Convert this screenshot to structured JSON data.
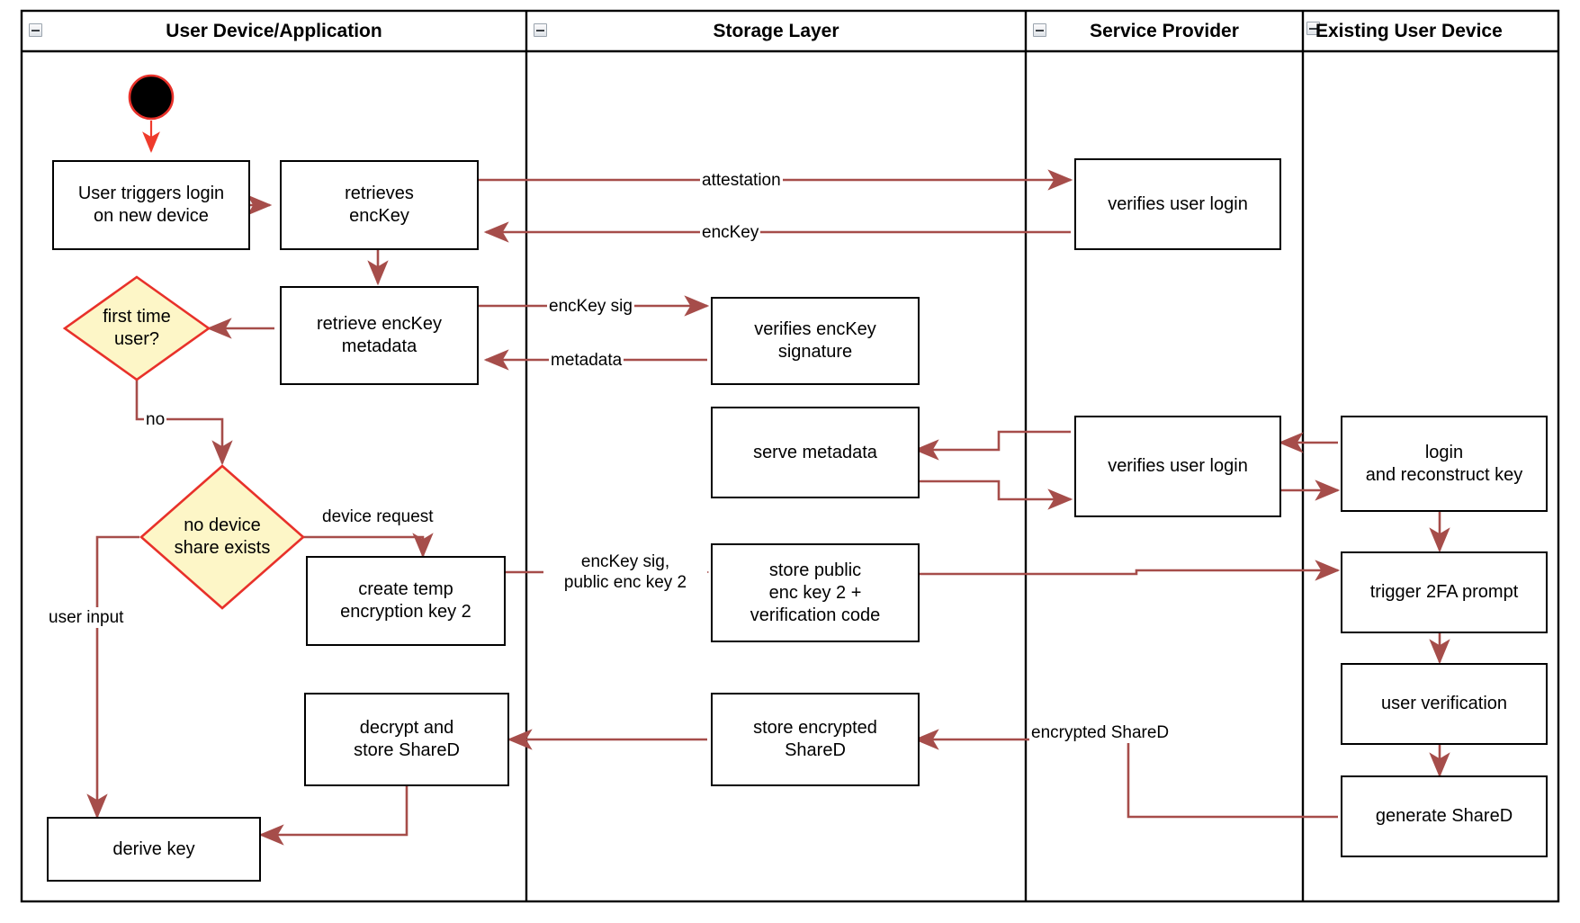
{
  "diagram": {
    "type": "uml-activity-swimlane",
    "title_present": false,
    "colors": {
      "edge": "#a64d4a",
      "start_edge": "#ef3b2c",
      "decision_fill": "#fdf6c7",
      "decision_stroke": "#e8312a",
      "node_stroke": "#000000",
      "lane_stroke": "#000000",
      "background": "#ffffff"
    },
    "lanes": [
      {
        "id": "lane-user-device",
        "title": "User Device/Application",
        "collapse_icon": "minus-icon"
      },
      {
        "id": "lane-storage",
        "title": "Storage Layer",
        "collapse_icon": "minus-icon"
      },
      {
        "id": "lane-service-provider",
        "title": "Service Provider",
        "collapse_icon": "minus-icon"
      },
      {
        "id": "lane-existing-device",
        "title": "Existing User Device",
        "collapse_icon": "minus-icon"
      }
    ],
    "nodes": [
      {
        "id": "start",
        "kind": "initial-node",
        "label": ""
      },
      {
        "id": "n-user-triggers-login",
        "kind": "action",
        "label": "User triggers login\non new device",
        "lane": "lane-user-device"
      },
      {
        "id": "n-retrieves-enckey",
        "kind": "action",
        "label": "retrieves\nencKey",
        "lane": "lane-user-device"
      },
      {
        "id": "n-retrieve-enckey-metadata",
        "kind": "action",
        "label": "retrieve encKey\nmetadata",
        "lane": "lane-user-device"
      },
      {
        "id": "d-first-time-user",
        "kind": "decision",
        "label": "first time\nuser?",
        "lane": "lane-user-device"
      },
      {
        "id": "d-no-device-share",
        "kind": "decision",
        "label": "no device\nshare exists",
        "lane": "lane-user-device"
      },
      {
        "id": "n-create-temp-key",
        "kind": "action",
        "label": "create temp\nencryption key 2",
        "lane": "lane-user-device"
      },
      {
        "id": "n-decrypt-store-shared",
        "kind": "action",
        "label": "decrypt and\nstore ShareD",
        "lane": "lane-user-device"
      },
      {
        "id": "n-derive-key",
        "kind": "action",
        "label": "derive key",
        "lane": "lane-user-device"
      },
      {
        "id": "n-verifies-enckey-signature",
        "kind": "action",
        "label": "verifies encKey\nsignature",
        "lane": "lane-storage"
      },
      {
        "id": "n-serve-metadata",
        "kind": "action",
        "label": "serve metadata",
        "lane": "lane-storage"
      },
      {
        "id": "n-store-public-enc-key-2",
        "kind": "action",
        "label": "store public\nenc key 2 +\nverification code",
        "lane": "lane-storage"
      },
      {
        "id": "n-store-encrypted-shared",
        "kind": "action",
        "label": "store encrypted\nShareD",
        "lane": "lane-storage"
      },
      {
        "id": "n-verifies-user-login-1",
        "kind": "action",
        "label": "verifies user login",
        "lane": "lane-service-provider"
      },
      {
        "id": "n-verifies-user-login-2",
        "kind": "action",
        "label": "verifies user login",
        "lane": "lane-service-provider"
      },
      {
        "id": "n-login-reconstruct-key",
        "kind": "action",
        "label": "login\nand reconstruct key",
        "lane": "lane-existing-device"
      },
      {
        "id": "n-trigger-2fa-prompt",
        "kind": "action",
        "label": "trigger 2FA prompt",
        "lane": "lane-existing-device"
      },
      {
        "id": "n-user-verification",
        "kind": "action",
        "label": "user verification",
        "lane": "lane-existing-device"
      },
      {
        "id": "n-generate-shared",
        "kind": "action",
        "label": "generate ShareD",
        "lane": "lane-existing-device"
      }
    ],
    "edge_labels": [
      {
        "id": "lbl-attestation",
        "text": "attestation"
      },
      {
        "id": "lbl-enckey",
        "text": "encKey"
      },
      {
        "id": "lbl-enckey-sig",
        "text": "encKey sig"
      },
      {
        "id": "lbl-metadata",
        "text": "metadata"
      },
      {
        "id": "lbl-no",
        "text": "no"
      },
      {
        "id": "lbl-device-request",
        "text": "device request"
      },
      {
        "id": "lbl-enckey-sig-public-enc-key-2",
        "text": "encKey sig,\npublic enc key 2"
      },
      {
        "id": "lbl-user-input",
        "text": "user input"
      },
      {
        "id": "lbl-encrypted-shared",
        "text": "encrypted ShareD"
      }
    ]
  }
}
